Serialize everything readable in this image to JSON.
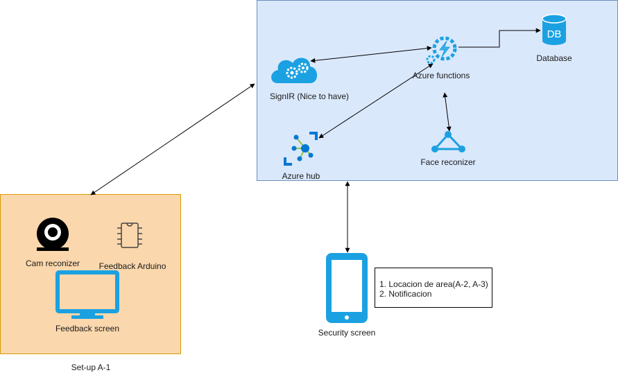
{
  "azure_group": {
    "signalr_label": "SignIR (Nice to have)",
    "functions_label": "Azure functions",
    "database_label": "Database",
    "database_icon_text": "DB",
    "face_label": "Face reconizer",
    "hub_label": "Azure hub"
  },
  "setup_group": {
    "cam_label": "Cam reconizer",
    "arduino_label": "Feedback Arduino",
    "screen_label": "Feedback screen",
    "caption": "Set-up A-1"
  },
  "security": {
    "label": "Security screen",
    "notes": [
      "1. Locacion de area(A-2, A-3)",
      "2. Notificacion"
    ]
  },
  "colors": {
    "azure_fill": "#dae8fc",
    "azure_border": "#6c8ebf",
    "setup_fill": "#fad7ac",
    "setup_border": "#d79b00",
    "icon_blue": "#1ba1e2"
  }
}
